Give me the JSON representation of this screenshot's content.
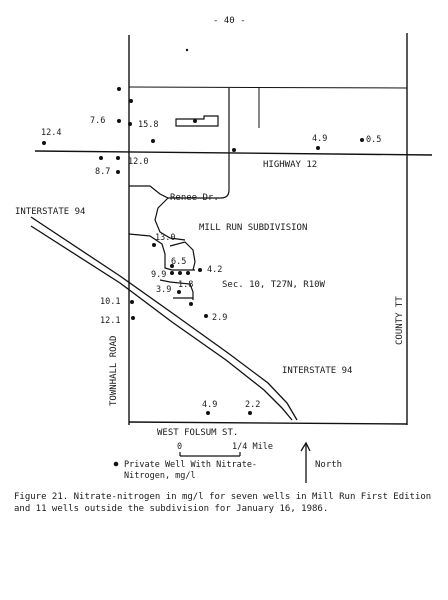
{
  "page_number": "- 40 -",
  "labels": {
    "highway": "HIGHWAY 12",
    "renee": "Renee Dr.",
    "interstate_top": "INTERSTATE 94",
    "interstate_bottom": "INTERSTATE 94",
    "subdivision": "MILL RUN SUBDIVISION",
    "section": "Sec. 10, T27N, R10W",
    "townhall": "TOWNHALL  ROAD",
    "county": "COUNTY  TT",
    "folsum": "WEST  FOLSUM  ST."
  },
  "wells": {
    "w1": "7.6",
    "w2": "15.8",
    "w3": "12.4",
    "w4": "12.0",
    "w5": "8.7",
    "w6": "4.9",
    "w7": "0.5",
    "w8": "13.0",
    "w9": "6.5",
    "w10": "4.2",
    "w11": "9.9",
    "w12": "1.8",
    "w13": "3.9",
    "w14": "2.9",
    "w15": "10.1",
    "w16": "12.1",
    "w17": "4.9",
    "w18": "2.2"
  },
  "scale": {
    "zero": "0",
    "distance": "1/4 Mile"
  },
  "north": "North",
  "legend": {
    "line1": "Private Well With Nitrate-",
    "line2": "Nitrogen, mg/l"
  },
  "caption": "Figure 21. Nitrate-nitrogen in mg/l for seven wells in Mill Run First Edition\nand 11 wells outside the subdivision for January 16, 1986."
}
